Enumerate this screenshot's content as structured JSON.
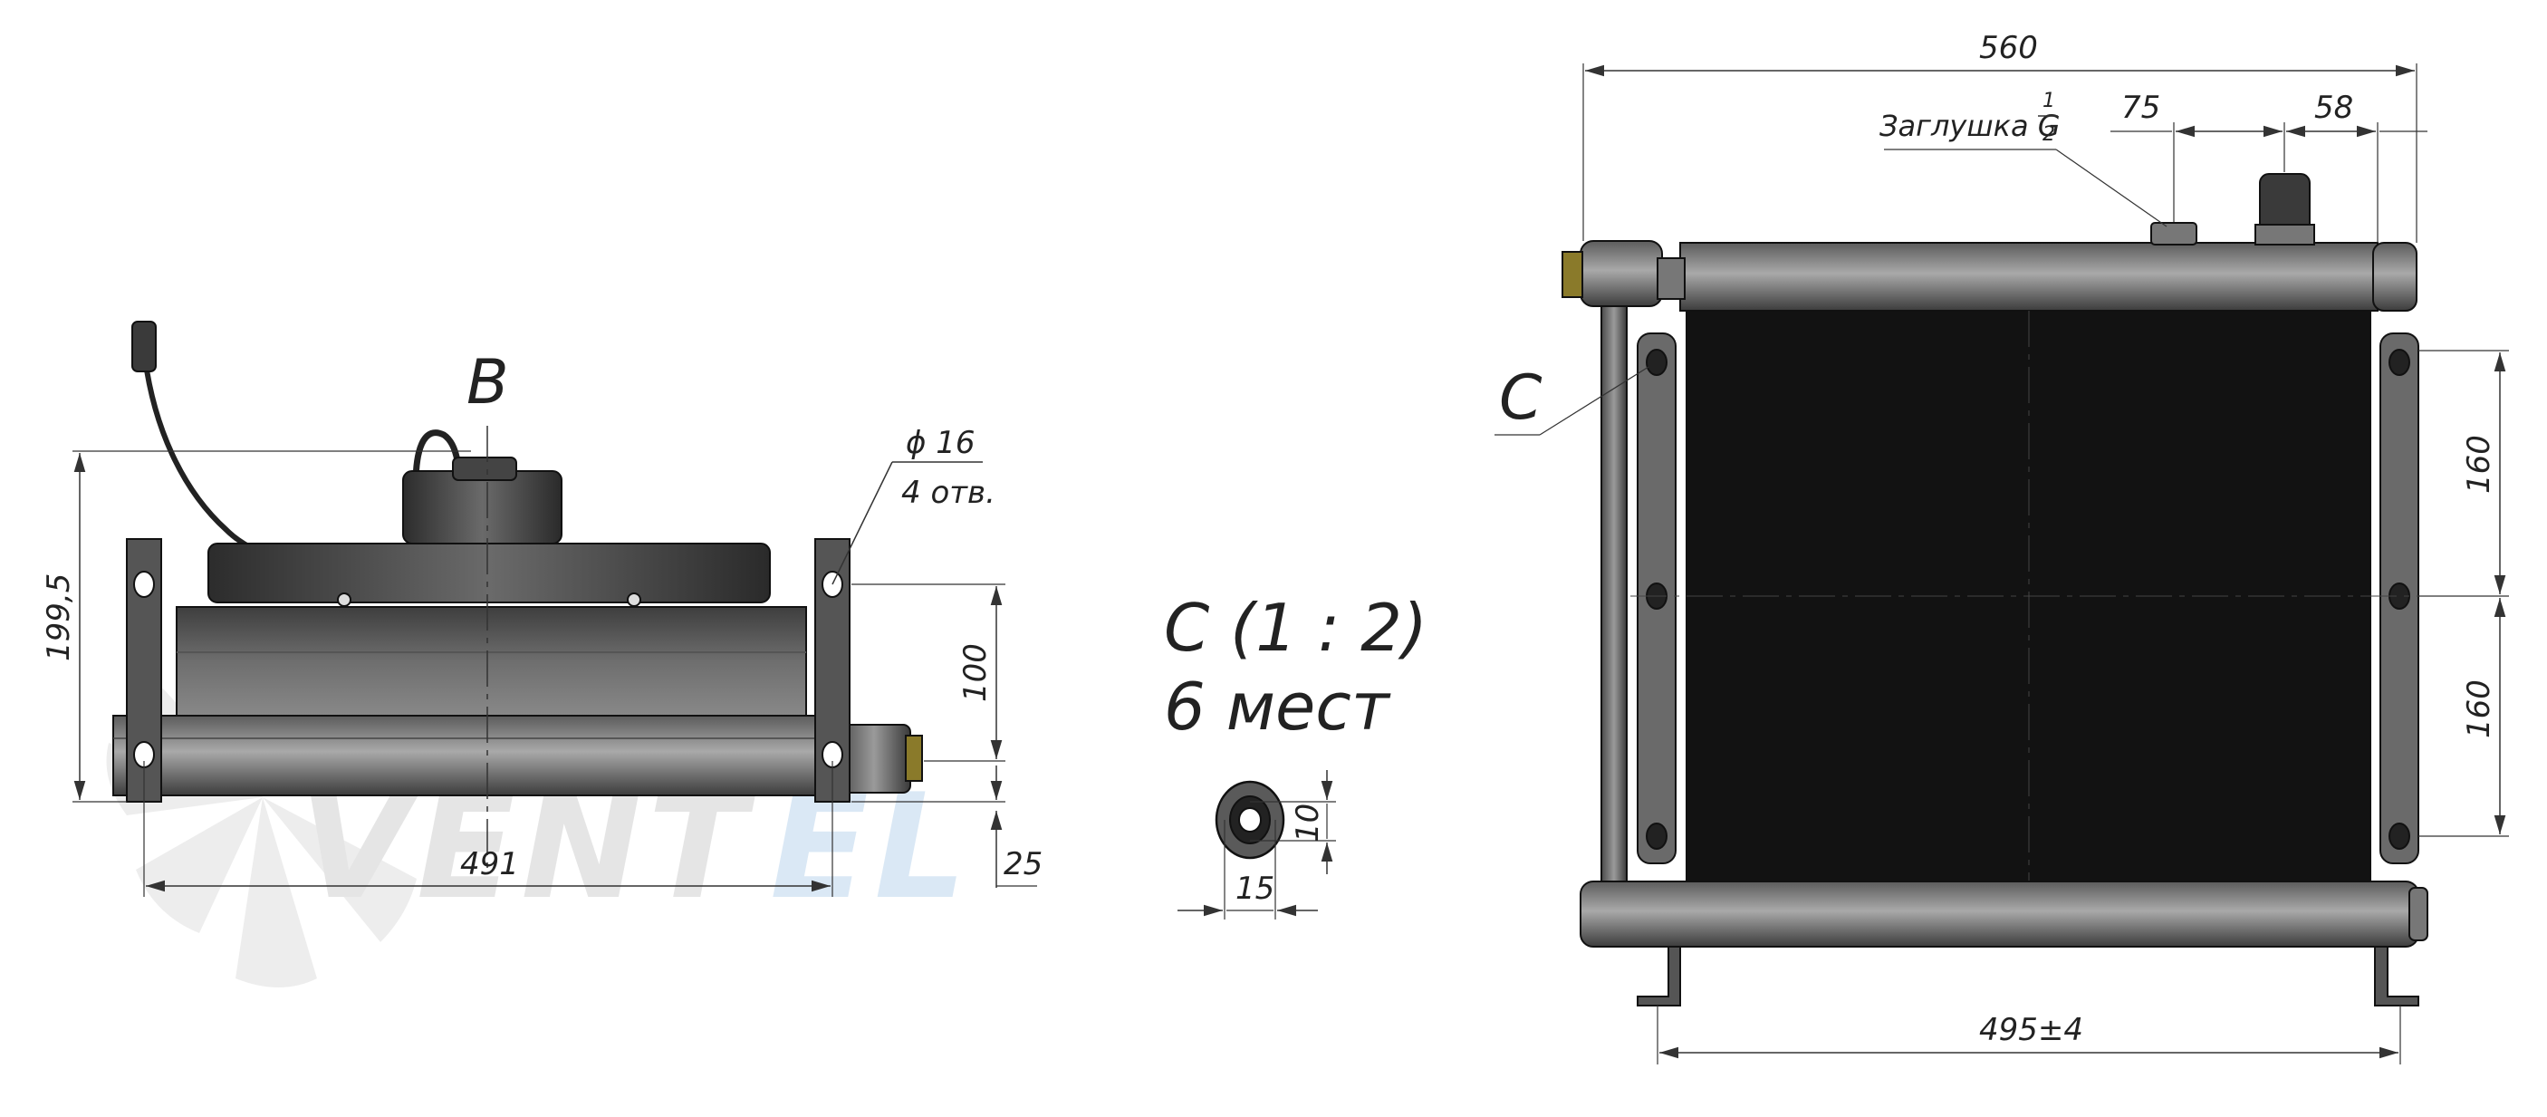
{
  "watermark": {
    "brand": "VENTEL",
    "brand_part1": "VENT",
    "brand_part2": "EL"
  },
  "side_view": {
    "view_label": "B",
    "hole_dia": "ϕ 16",
    "hole_count": "4 отв.",
    "dim_height_total": "199,5",
    "dim_height_holes": "100",
    "dim_bottom": "25",
    "dim_width": "491"
  },
  "detail": {
    "title_line1": "C (1 : 2)",
    "title_line2": "6 мест",
    "dim_height": "10",
    "dim_width": "15"
  },
  "front_view": {
    "dim_overall": "560",
    "plug_label": "Заглушка G",
    "plug_frac_num": "1",
    "plug_frac_den": "2",
    "dim_plug_offset": "75",
    "dim_connector_offset": "58",
    "detail_ref": "C",
    "dim_pitch_upper": "160",
    "dim_pitch_lower": "160",
    "dim_feet": "495±4"
  }
}
